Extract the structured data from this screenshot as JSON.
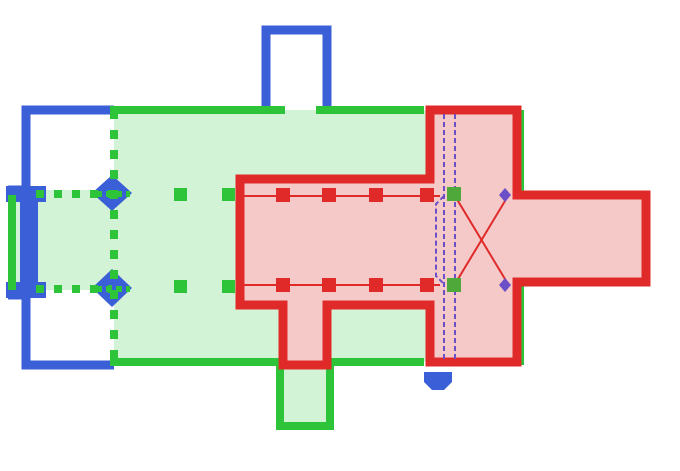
{
  "diagram": {
    "kind": "architectural floor plan of a church showing construction phases",
    "phases": [
      {
        "id": "blue",
        "color": "#3a5fd6"
      },
      {
        "id": "green",
        "color": "#2ec43a",
        "fill": "#d3f3d6"
      },
      {
        "id": "red",
        "color": "#e02a2a",
        "fill": "#f6c9c9"
      }
    ],
    "accent_purple": "#6a4fc8"
  }
}
